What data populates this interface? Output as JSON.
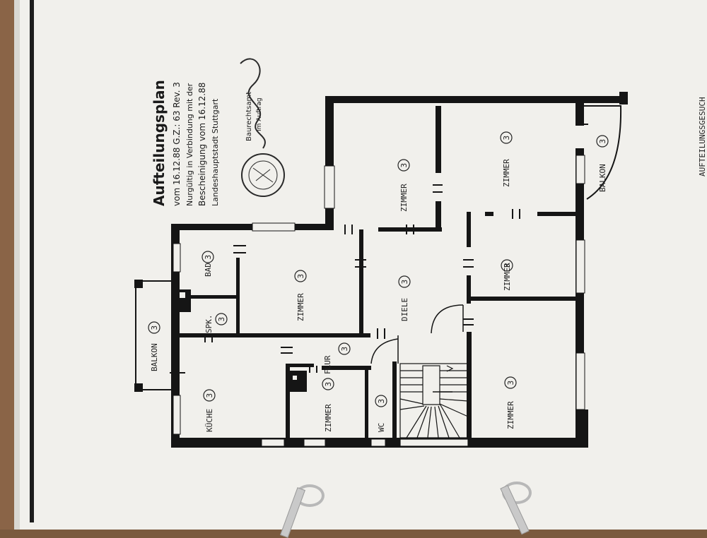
{
  "header": {
    "title": "Aufteilungsplan",
    "line1": "vom 16.12.88 G.Z.: 63 Rev. 3",
    "line2": "Nurgültig in Verbindung mit der",
    "line3": "Bescheinigung vom 16.12.88",
    "line4": "Landeshauptstadt Stuttgart",
    "office": "Baurechtsamt",
    "office_sub": "Im Auftrag"
  },
  "side_text": "AUFTEILUNGSGESUCH",
  "rooms": [
    {
      "label": "BAD",
      "number": "3"
    },
    {
      "label": "SPK.",
      "number": "3"
    },
    {
      "label": "BALKON",
      "number": "3"
    },
    {
      "label": "KÜCHE",
      "number": "3"
    },
    {
      "label": "ZIMMER",
      "number": "3"
    },
    {
      "label": "FLUR",
      "number": "3"
    },
    {
      "label": "ZIMMER",
      "number": "3"
    },
    {
      "label": "WC",
      "number": "3"
    },
    {
      "label": "DIELE",
      "number": "3"
    },
    {
      "label": "ZIMMER",
      "number": "3"
    },
    {
      "label": "ZIMMER",
      "number": "3"
    },
    {
      "label": "ZIMMER",
      "number": "3"
    },
    {
      "label": "ZIMMER",
      "number": "3"
    },
    {
      "label": "BALKON",
      "number": "3"
    }
  ],
  "colors": {
    "wall": "#151515",
    "paper": "#f1f0ec",
    "ink": "#1a1a1a"
  }
}
